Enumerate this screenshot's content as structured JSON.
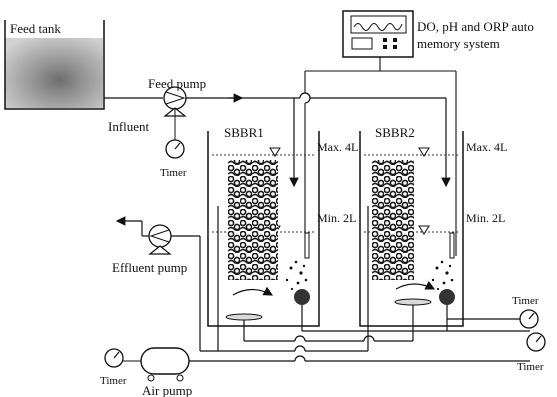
{
  "labels": {
    "feed_tank": "Feed tank",
    "monitor_line1": "DO, pH and ORP auto",
    "monitor_line2": "memory system",
    "feed_pump": "Feed pump",
    "influent": "Influent",
    "timer_feed": "Timer",
    "reactor1": "SBBR1",
    "reactor2": "SBBR2",
    "max_r1": "Max. 4L",
    "min_r1": "Min. 2L",
    "max_r2": "Max. 4L",
    "min_r2": "Min. 2L",
    "effluent_pump": "Effluent pump",
    "timer_right_top": "Timer",
    "timer_right_bottom": "Timer",
    "timer_air": "Timer",
    "air_pump": "Air pump"
  },
  "colors": {
    "line": "#111111",
    "tank_fill_light": "#c9c9c9",
    "tank_fill_dark": "#7d7d7d",
    "carrier": "#2a2a2a",
    "water_dash": "#333333"
  }
}
